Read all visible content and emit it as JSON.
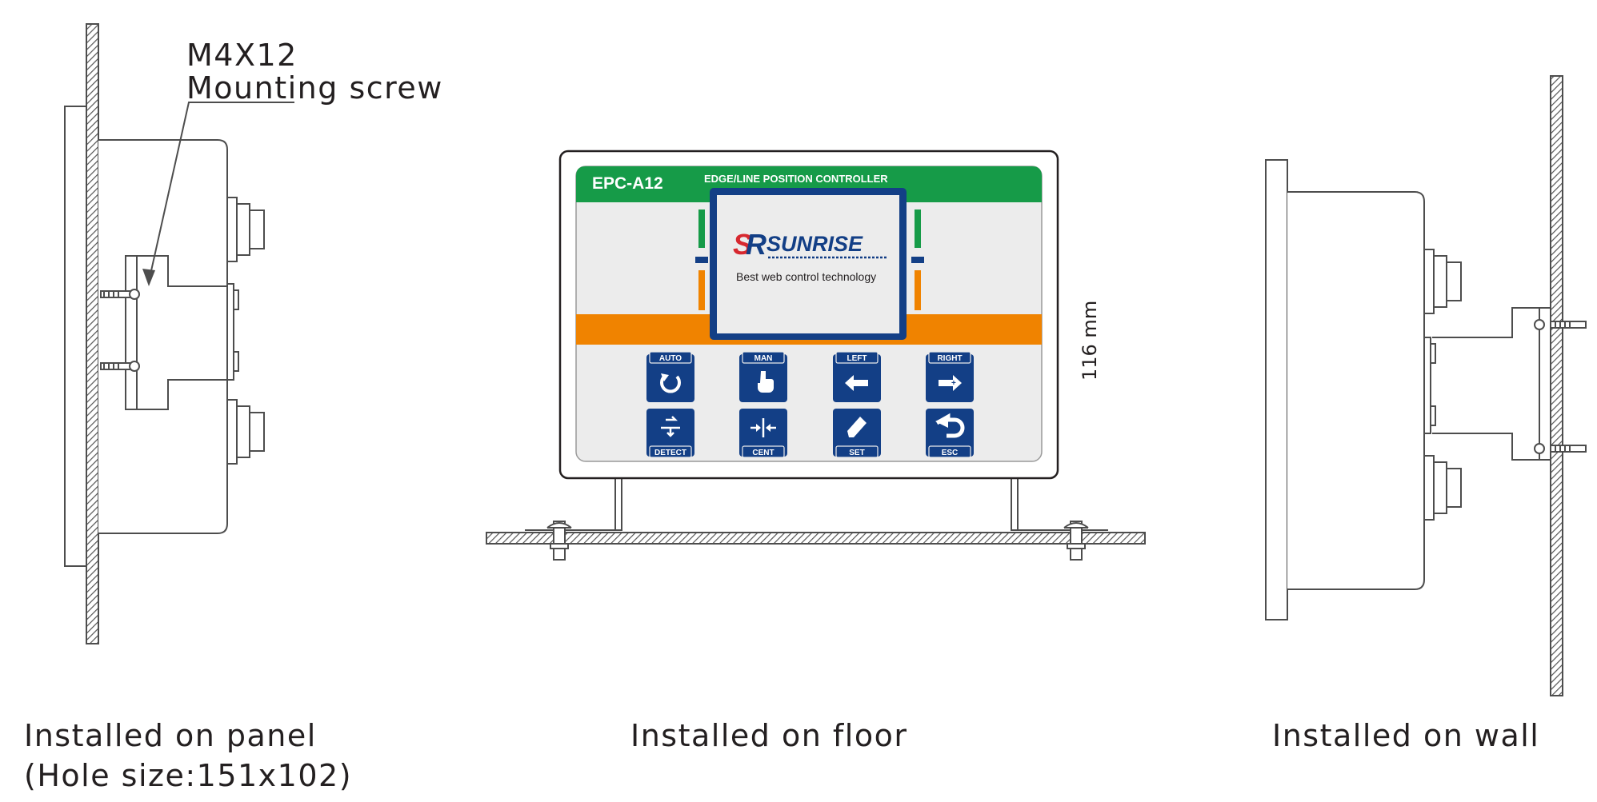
{
  "labels": {
    "screw_size": "M4X12",
    "screw_name": "Mounting screw",
    "dimension": "116 mm",
    "panel_caption": "Installed on panel",
    "panel_hole": "(Hole size:151x102)",
    "floor_caption": "Installed on floor",
    "wall_caption": "Installed on wall"
  },
  "controller": {
    "model": "EPC-A12",
    "title": "EDGE/LINE POSITION CONTROLLER",
    "brand": "SUNRISE",
    "slogan": "Best web control technology",
    "keys_top": [
      "AUTO",
      "MAN",
      "LEFT",
      "RIGHT"
    ],
    "keys_bottom": [
      "DETECT",
      "CENT",
      "SET",
      "ESC"
    ]
  },
  "colors": {
    "green": "#169b48",
    "orange": "#f08300",
    "navy": "#133f86",
    "red": "#d7282f",
    "panel": "#ececec",
    "line": "#4d4d4d"
  },
  "icons": {
    "top": [
      "auto-cycle-icon",
      "hand-icon",
      "left-arrow-icon",
      "right-arrow-icon"
    ],
    "bottom": [
      "detect-icon",
      "center-icon",
      "pen-icon",
      "back-arrow-icon"
    ]
  }
}
